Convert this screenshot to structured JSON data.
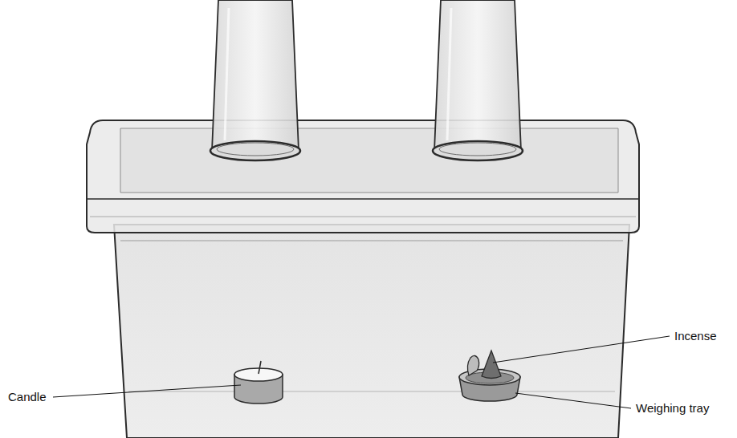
{
  "diagram": {
    "labels": [
      "Candle",
      "Incense",
      "Weighing tray"
    ]
  }
}
